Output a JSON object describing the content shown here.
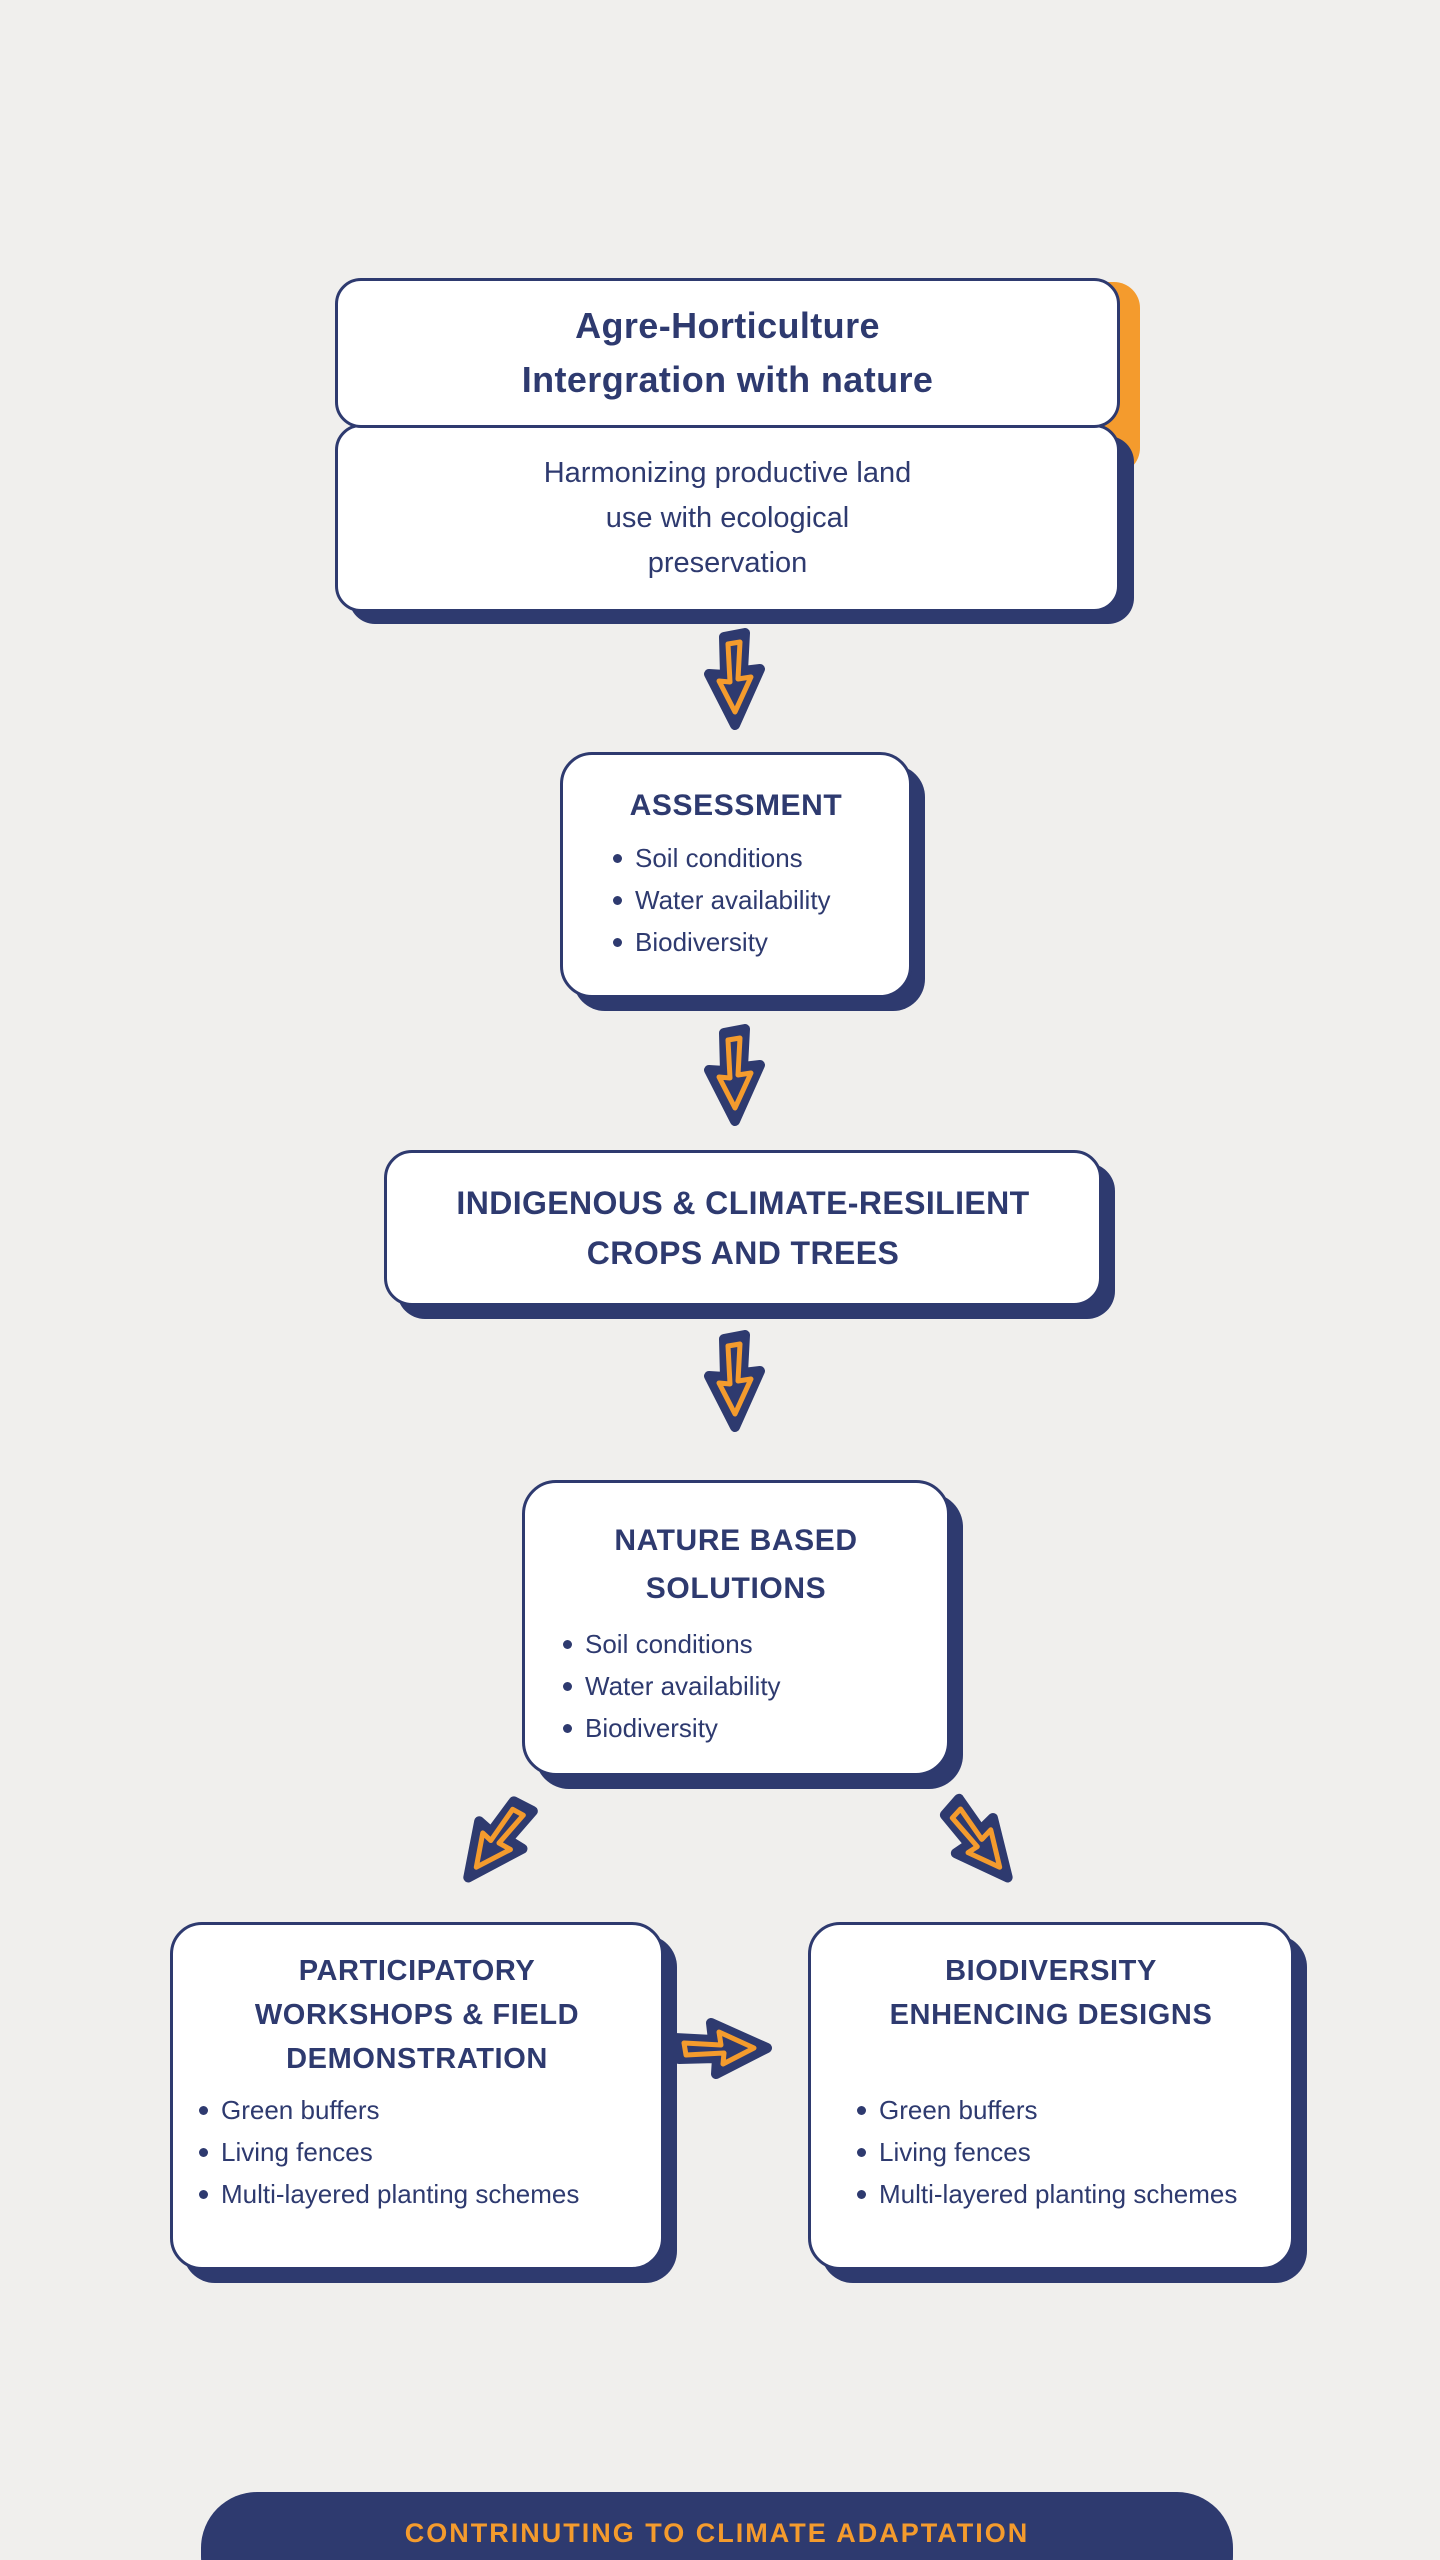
{
  "colors": {
    "navy": "#2e3a6f",
    "orange": "#f49b2d",
    "background": "#f0efed",
    "card_background": "#ffffff"
  },
  "title_card": {
    "line1": "Agre-Horticulture",
    "line2": "Intergration with nature"
  },
  "subtitle_card": {
    "line1": "Harmonizing productive land",
    "line2": "use with ecological",
    "line3": "preservation"
  },
  "assessment": {
    "heading": "ASSESSMENT",
    "items": [
      "Soil conditions",
      "Water availability",
      "Biodiversity"
    ]
  },
  "indigenous": {
    "line1": "INDIGENOUS & CLIMATE-RESILIENT",
    "line2": "CROPS AND TREES"
  },
  "nature": {
    "heading_line1": "NATURE BASED",
    "heading_line2": "SOLUTIONS",
    "items": [
      "Soil conditions",
      "Water availability",
      "Biodiversity"
    ]
  },
  "participatory": {
    "heading_line1": "PARTICIPATORY",
    "heading_line2": "WORKSHOPS & FIELD",
    "heading_line3": "DEMONSTRATION",
    "items": [
      "Green buffers",
      "Living fences",
      "Multi-layered planting schemes"
    ]
  },
  "biodiversity": {
    "heading_line1": "BIODIVERSITY",
    "heading_line2": "ENHENCING DESIGNS",
    "items": [
      "Green buffers",
      "Living fences",
      "Multi-layered planting schemes"
    ]
  },
  "banner": {
    "label": "CONTRINUTING TO CLIMATE ADAPTATION"
  }
}
